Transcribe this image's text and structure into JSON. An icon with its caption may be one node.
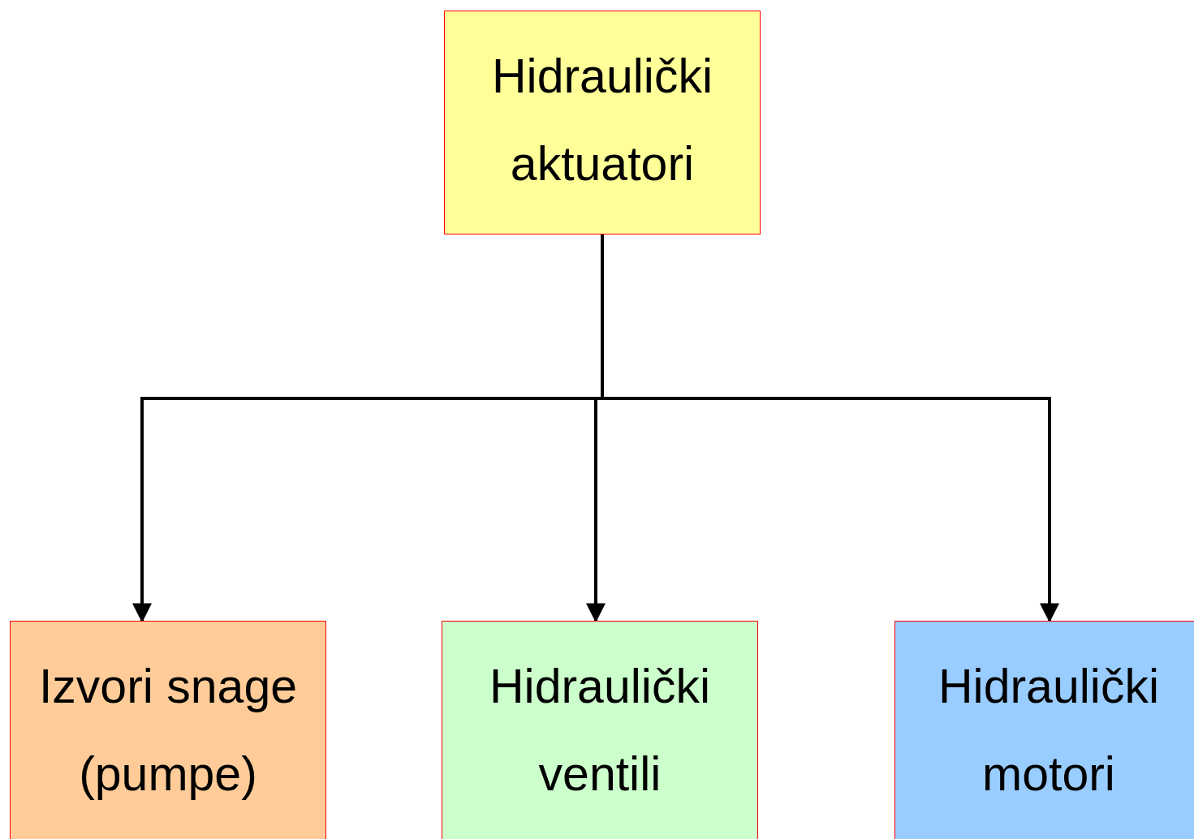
{
  "diagram": {
    "nodes": [
      {
        "text": [
          "Hidraulički aktuatori"
        ]
      },
      {
        "text": [
          "Izvori snage (pumpe)"
        ]
      },
      {
        "text": [
          "Hidraulički ventili"
        ]
      },
      {
        "text": [
          "Hidraulički motori"
        ]
      }
    ],
    "edges": [
      {
        "from": 0,
        "to": 1,
        "arrow": "to"
      },
      {
        "from": 0,
        "to": 2,
        "arrow": "to"
      },
      {
        "from": 0,
        "to": 3,
        "arrow": "to"
      }
    ]
  }
}
